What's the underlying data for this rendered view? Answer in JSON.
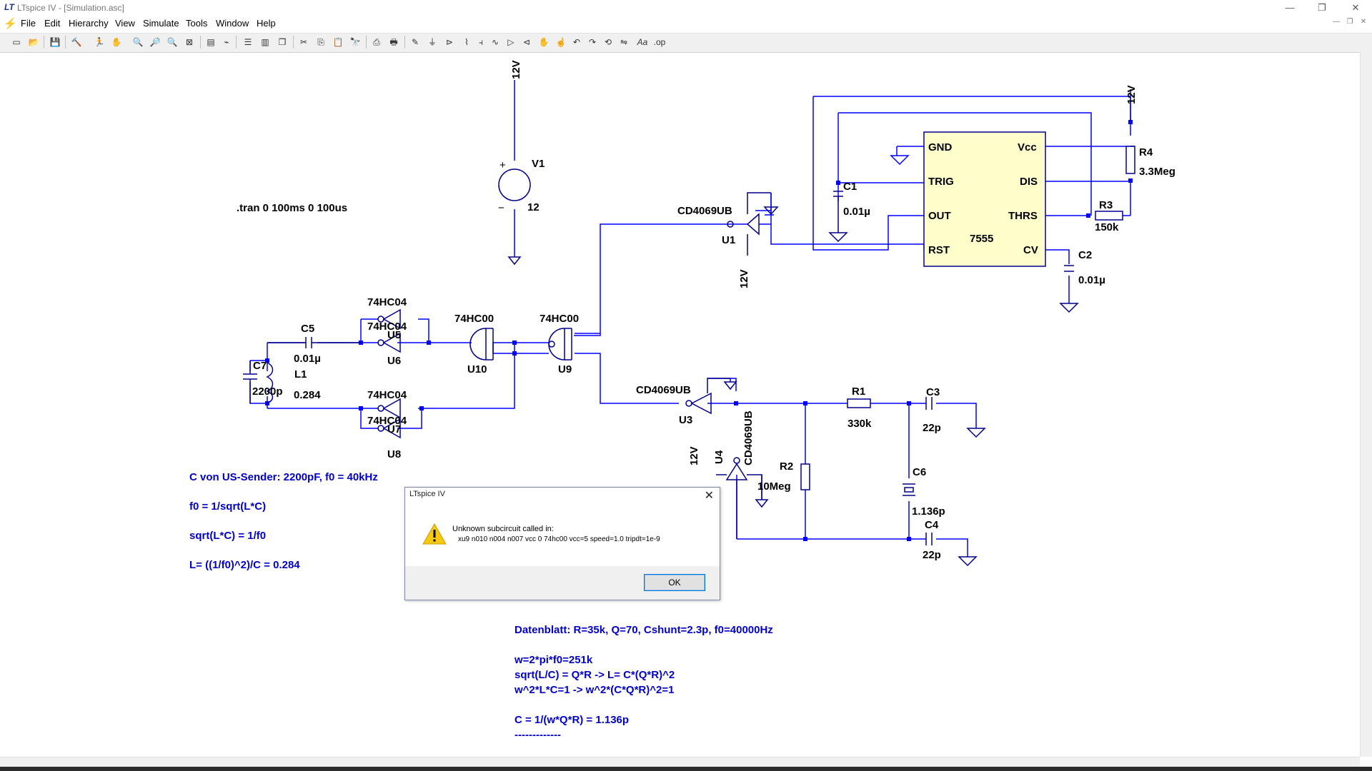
{
  "window": {
    "title": "LTspice IV - [Simulation.asc]",
    "app_icon_text": "LT",
    "minimize": "—",
    "restore": "❐",
    "close": "✕"
  },
  "menu": {
    "items": [
      "File",
      "Edit",
      "Hierarchy",
      "View",
      "Simulate",
      "Tools",
      "Window",
      "Help"
    ]
  },
  "toolbar": {
    "icons": [
      "new-schematic",
      "open",
      "save",
      "control-panel",
      "run",
      "halt",
      "zoom-in",
      "zoom-pan",
      "zoom-out",
      "zoom-fit",
      "autoscale",
      "waveform",
      "tile-horizontal",
      "tile-vertical",
      "cascade",
      "cut",
      "copy",
      "paste",
      "find",
      "print-preview",
      "print",
      "draw-wire",
      "ground",
      "label-net",
      "resistor",
      "capacitor",
      "inductor",
      "diode",
      "component",
      "move",
      "drag",
      "undo",
      "redo",
      "rotate",
      "mirror",
      "text",
      "spice-directive"
    ]
  },
  "schematic": {
    "colors": {
      "wire": "#0000ff",
      "component": "#00008b",
      "ic_fill": "#ffffcc",
      "note": "#0000cc"
    },
    "labels": {
      "v1_name": "V1",
      "v1_value": "12",
      "v1_net": "12V",
      "v1_plus": "+",
      "v1_minus": "−",
      "tran": ".tran 0 100ms 0 100us",
      "u1_model": "CD4069UB",
      "u1_name": "U1",
      "u1_net": "12V",
      "ic_name": "7555",
      "pin_gnd": "GND",
      "pin_trig": "TRIG",
      "pin_out": "OUT",
      "pin_rst": "RST",
      "pin_vcc": "Vcc",
      "pin_dis": "DIS",
      "pin_thrs": "THRS",
      "pin_cv": "CV",
      "net_12v_right": "12V",
      "r4_name": "R4",
      "r4_value": "3.3Meg",
      "r3_name": "R3",
      "r3_value": "150k",
      "c1_name": "C1",
      "c1_value": "0.01µ",
      "c2_name": "C2",
      "c2_value": "0.01µ",
      "c5_name": "C5",
      "c5_value": "0.01µ",
      "c7_name": "C7",
      "c7_value": "2200p",
      "l1_name": "L1",
      "l1_value": "0.284",
      "u5_model": "74HC04",
      "u5_model2": "74HC04",
      "u5_name": "U5",
      "u6_name": "U6",
      "u7_model": "74HC04",
      "u7_model2": "74HC04",
      "u7_name": "U7",
      "u8_name": "U8",
      "u10_model": "74HC00",
      "u10_name": "U10",
      "u9_model": "74HC00",
      "u9_name": "U9",
      "u3_model": "CD4069UB",
      "u3_name": "U3",
      "u4_model": "CD4069UB",
      "u4_name": "U4",
      "u4_net": "12V",
      "r1_name": "R1",
      "r1_value": "330k",
      "r2_name": "R2",
      "r2_value": "10Meg",
      "c3_name": "C3",
      "c3_value": "22p",
      "c4_name": "C4",
      "c4_value": "22p",
      "c6_name": "C6",
      "c6_value": "1.136p"
    },
    "notes_left": [
      "C von US-Sender: 2200pF, f0 = 40kHz",
      "f0 = 1/sqrt(L*C)",
      "sqrt(L*C) = 1/f0",
      "L= ((1/f0)^2)/C = 0.284"
    ],
    "notes_bottom": [
      "Datenblatt: R=35k, Q=70, Cshunt=2.3p, f0=40000Hz",
      "w=2*pi*f0=251k",
      "sqrt(L/C) = Q*R -> L= C*(Q*R)^2",
      "w^2*L*C=1 -> w^2*(C*Q*R)^2=1",
      "C = 1/(w*Q*R) = 1.136p",
      "-------------"
    ]
  },
  "dialog": {
    "title": "LTspice IV",
    "message": "Unknown subcircuit called in:",
    "detail": "xu9 n010 n004 n007 vcc 0 74hc00 vcc=5 speed=1.0 tripdt=1e-9",
    "ok_label": "OK",
    "icon": "warning-icon"
  }
}
